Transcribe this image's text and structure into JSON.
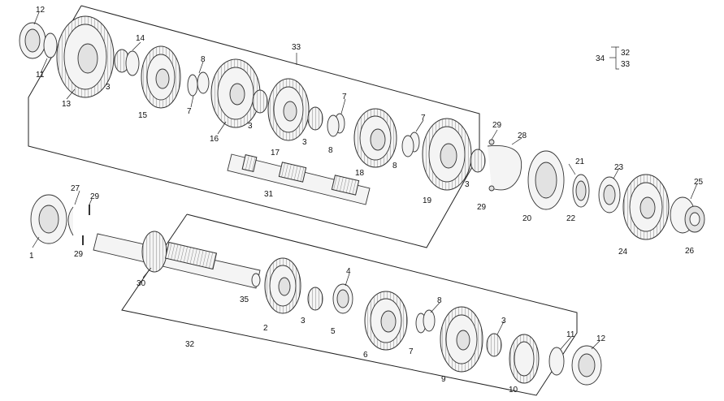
{
  "labels": {
    "l1": "1",
    "l2": "2",
    "l3a": "3",
    "l3b": "3",
    "l3c": "3",
    "l3d": "3",
    "l3e": "3",
    "l3f": "3",
    "l4": "4",
    "l5": "5",
    "l6": "6",
    "l7a": "7",
    "l7b": "7",
    "l7c": "7",
    "l7d": "7",
    "l8a": "8",
    "l8b": "8",
    "l8c": "8",
    "l8d": "8",
    "l9": "9",
    "l10": "10",
    "l11a": "11",
    "l11b": "11",
    "l12a": "12",
    "l12b": "12",
    "l13": "13",
    "l14": "14",
    "l15": "15",
    "l16": "16",
    "l17": "17",
    "l18": "18",
    "l19": "19",
    "l20": "20",
    "l21": "21",
    "l22": "22",
    "l23": "23",
    "l24": "24",
    "l25": "25",
    "l26": "26",
    "l27": "27",
    "l28": "28",
    "l29a": "29",
    "l29b": "29",
    "l29c": "29",
    "l29d": "29",
    "l30": "30",
    "l31": "31",
    "l32": "32",
    "l33": "33",
    "l35": "35"
  },
  "legend": {
    "kit": "34",
    "a": "32",
    "b": "33"
  }
}
